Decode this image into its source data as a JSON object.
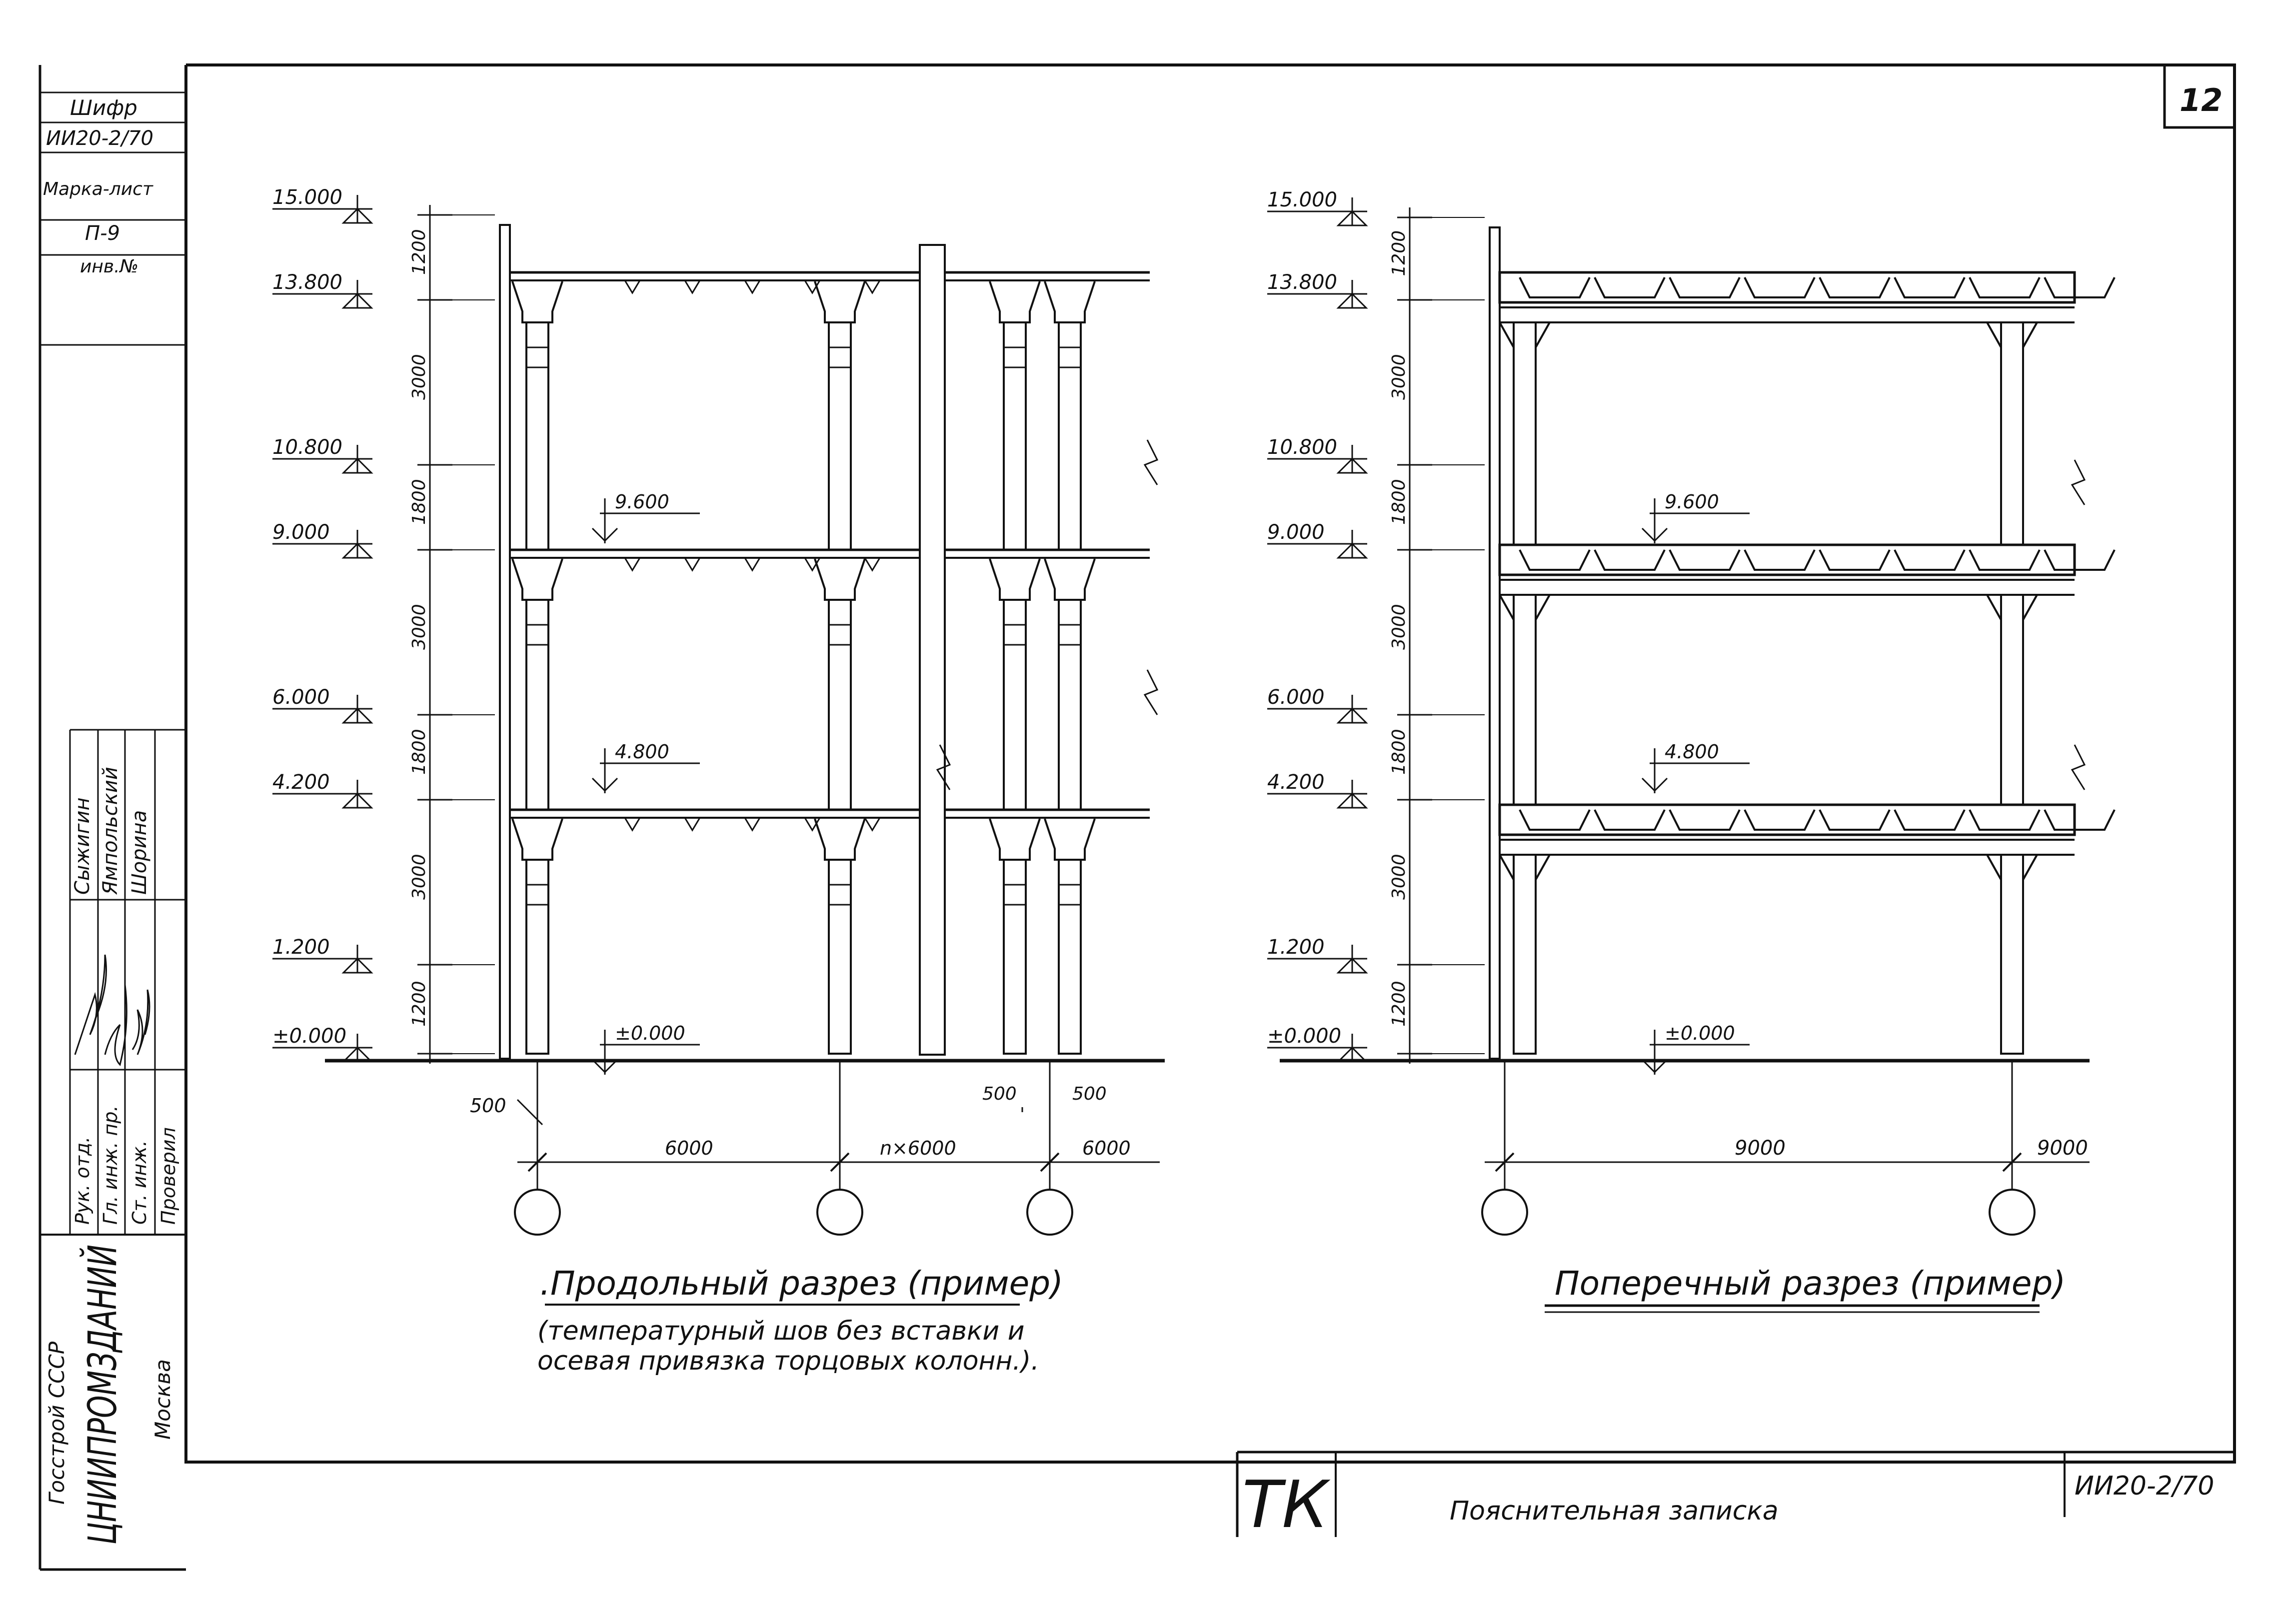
{
  "page_number": "12",
  "stamp": {
    "cipher_label": "Шифр",
    "cipher_value": "ИИ20-2/70",
    "sheet_mark_label": "Марка-лист",
    "sheet_mark_value": "П-9",
    "inventory_label": "инв.№",
    "names": [
      "Сыжигин",
      "Ямпольский",
      "Шорина"
    ],
    "roles": [
      "Рук. отд.",
      "Гл. инж. пр.",
      "Ст. инж.",
      "Проверил"
    ],
    "organization_ministry": "Госстрой СССР",
    "organization_name": "ЦНИИПРОМЗДАНИЙ",
    "organization_city": "Москва"
  },
  "title_block": {
    "mark": "ТК",
    "title": "Пояснительная записка",
    "doc_code": "ИИ20-2/70"
  },
  "left_section": {
    "caption": ".Продольный разрез (пример)",
    "note_line1": "(температурный шов без вставки и",
    "note_line2": "осевая привязка торцовых колонн.).",
    "levels": [
      "15.000",
      "13.800",
      "10.800",
      "9.000",
      "6.000",
      "4.200",
      "1.200",
      "±0.000"
    ],
    "dims": [
      "1200",
      "3000",
      "1800",
      "3000",
      "1800",
      "3000",
      "1200"
    ],
    "floor_marks": [
      "9.600",
      "4.800",
      "±0.000"
    ],
    "span_dims": [
      "500",
      "6000",
      "n×6000",
      "500",
      "500",
      "6000"
    ]
  },
  "right_section": {
    "caption": "Поперечный разрез (пример)",
    "levels": [
      "15.000",
      "13.800",
      "10.800",
      "9.000",
      "6.000",
      "4.200",
      "1.200",
      "±0.000"
    ],
    "dims": [
      "1200",
      "3000",
      "1800",
      "3000",
      "1800",
      "3000",
      "1200"
    ],
    "floor_marks": [
      "9.600",
      "4.800",
      "±0.000"
    ],
    "span_dims": [
      "9000",
      "9000"
    ]
  }
}
